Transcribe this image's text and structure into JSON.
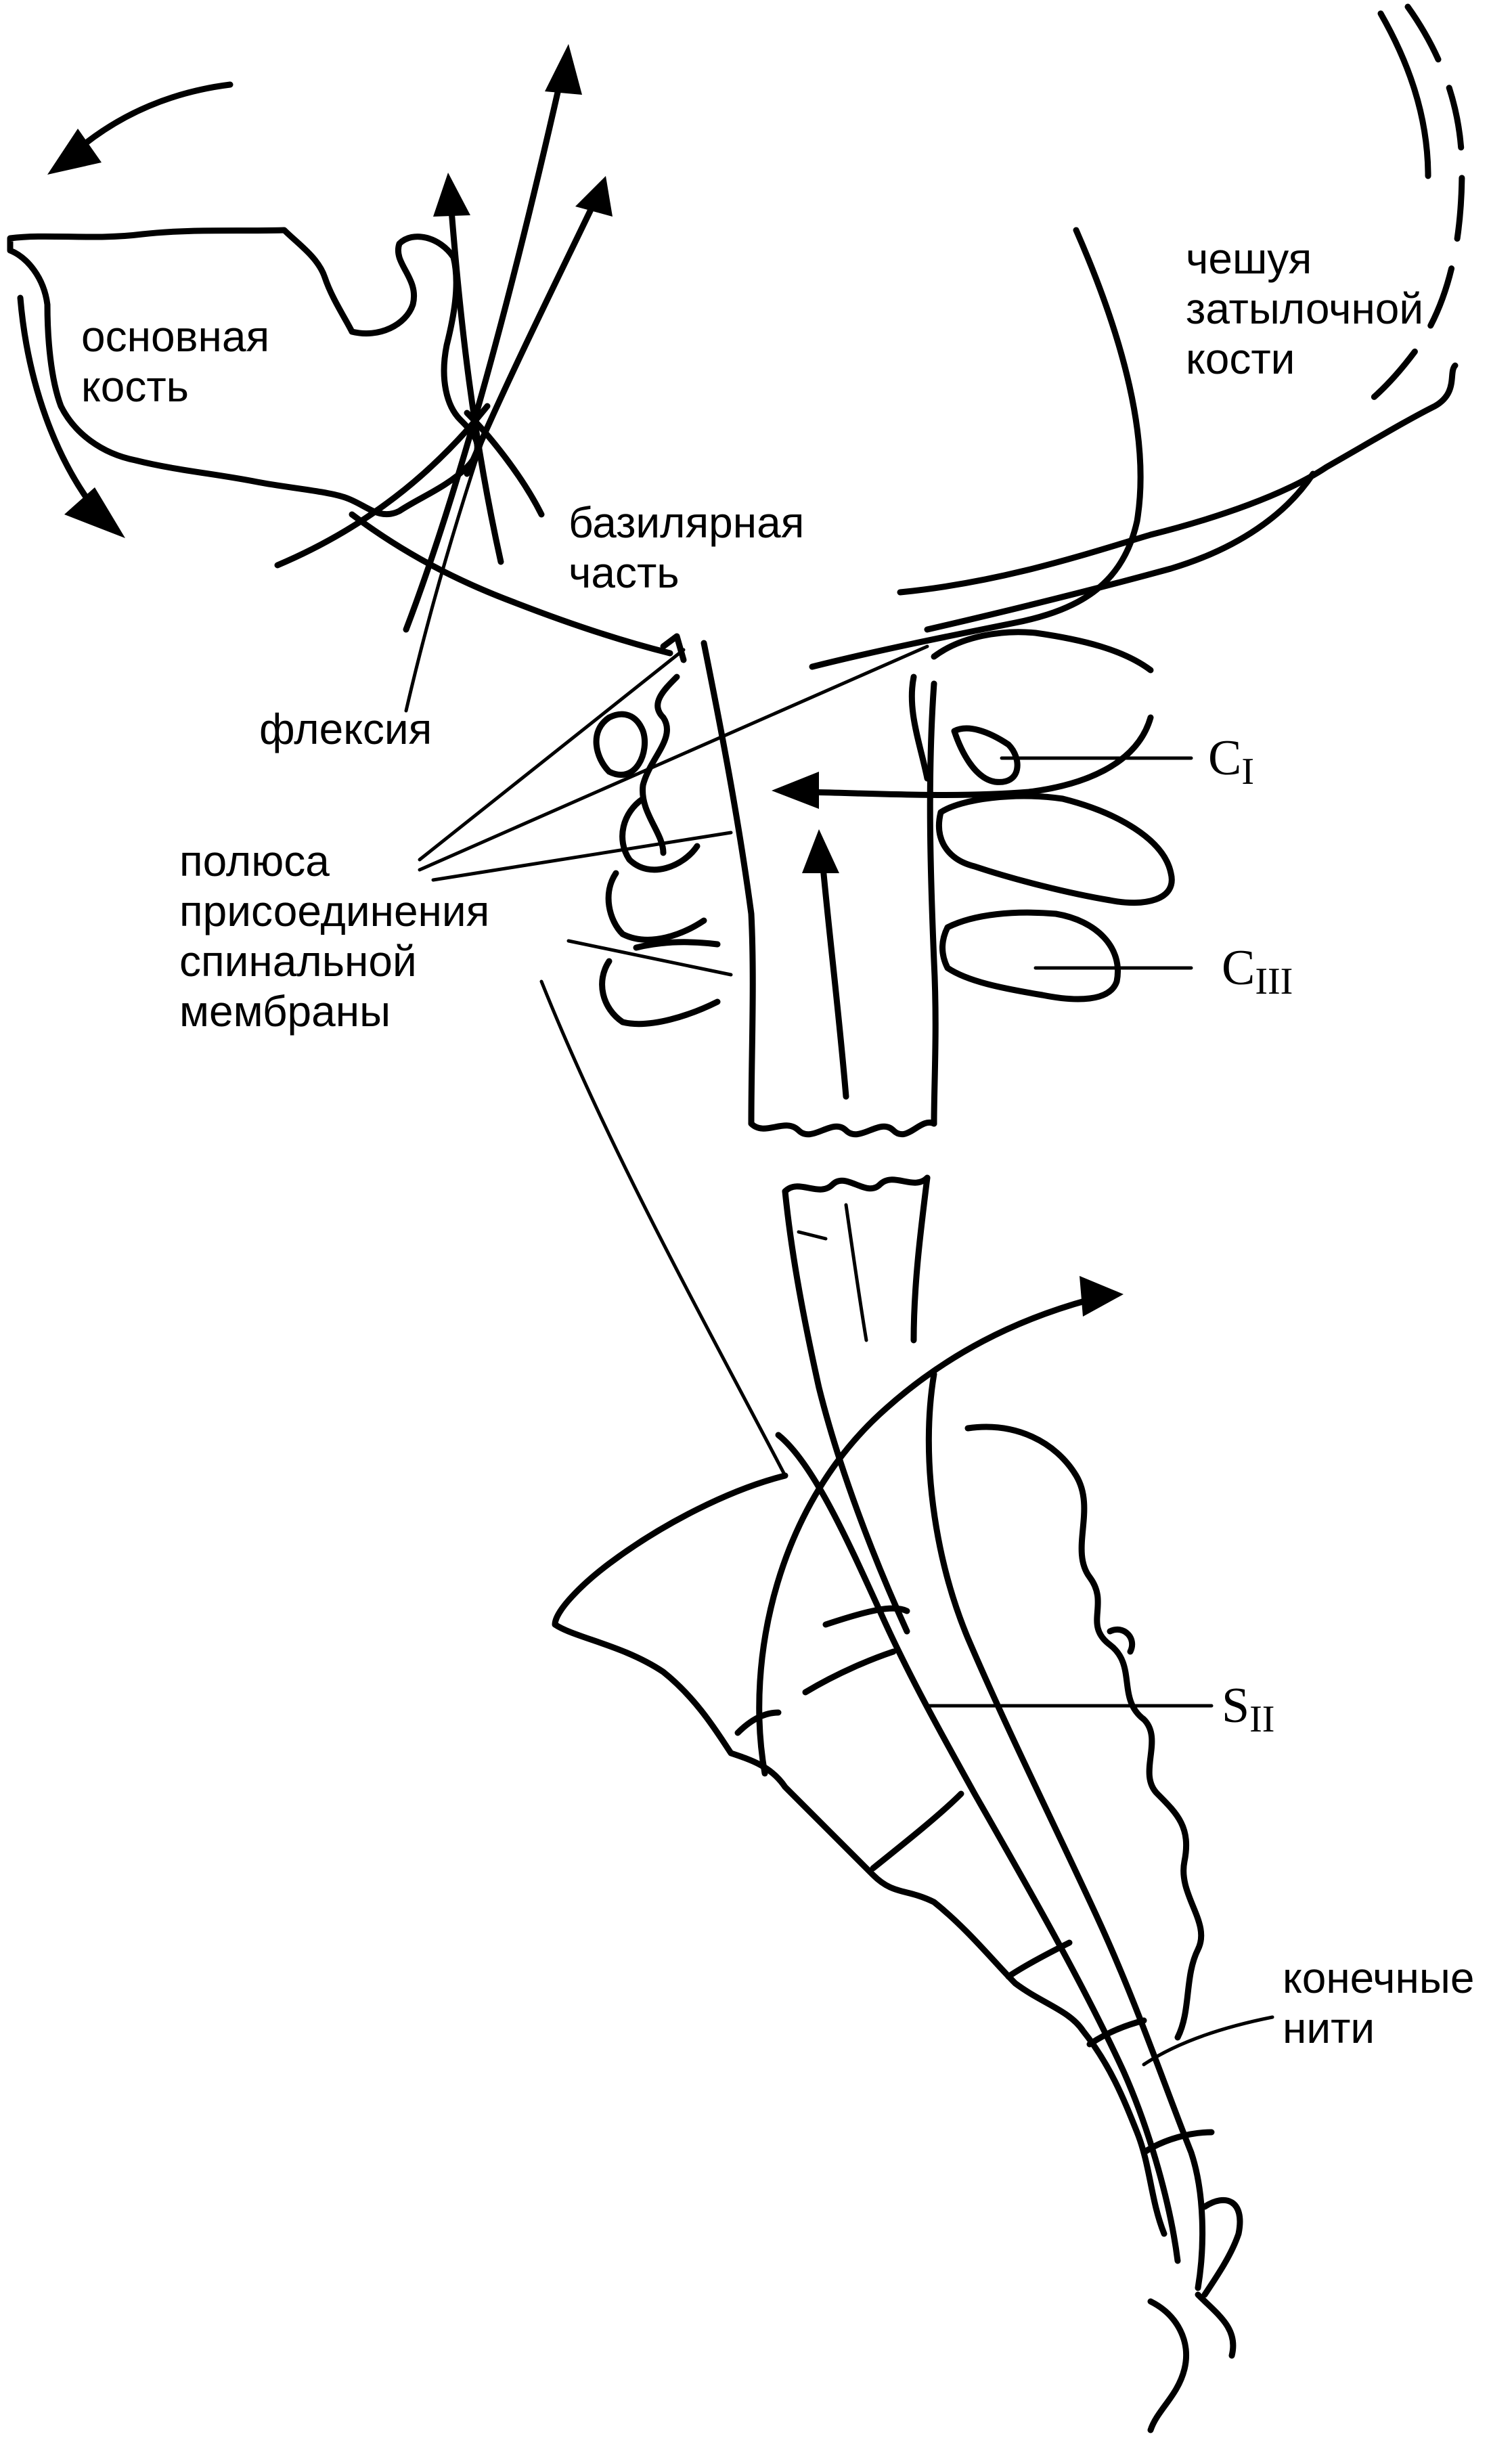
{
  "labels": {
    "sphenoid": "основная\nкость",
    "occipital_squama": "чешуя\nзатылочной\nкости",
    "basilar_part": "базилярная\nчасть",
    "flexion": "флексия",
    "attachment_poles": "полюса\nприсоединения\nспинальной\nмембраны",
    "filum_terminale": "конечные\nнити"
  },
  "vertebra_labels": {
    "c1": {
      "letter": "C",
      "sub": "I"
    },
    "c3": {
      "letter": "C",
      "sub": "III"
    },
    "s2": {
      "letter": "S",
      "sub": "II"
    }
  },
  "colors": {
    "ink": "#000000",
    "background": "#ffffff"
  }
}
